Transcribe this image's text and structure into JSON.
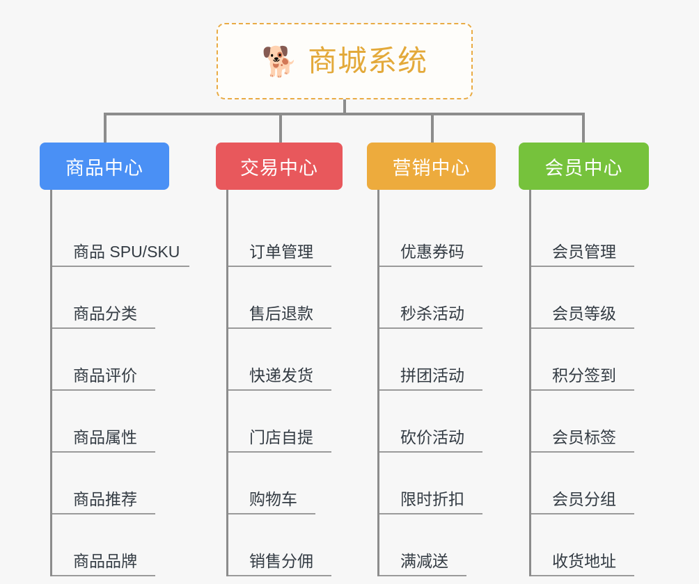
{
  "root": {
    "icon": "shiba-dog-emoji",
    "emoji": "🐕",
    "title": "商城系统",
    "border_color": "#e9ab44",
    "text_color": "#e3a93a"
  },
  "background_color": "#f7f7f7",
  "connector_color": "#8c8c8c",
  "branches": [
    {
      "id": "product-center",
      "label": "商品中心",
      "color": "#4a90f5",
      "items": [
        {
          "label": "商品 SPU/SKU"
        },
        {
          "label": "商品分类"
        },
        {
          "label": "商品评价"
        },
        {
          "label": "商品属性"
        },
        {
          "label": "商品推荐"
        },
        {
          "label": "商品品牌"
        }
      ]
    },
    {
      "id": "trade-center",
      "label": "交易中心",
      "color": "#e8585c",
      "items": [
        {
          "label": "订单管理"
        },
        {
          "label": "售后退款"
        },
        {
          "label": "快递发货"
        },
        {
          "label": "门店自提"
        },
        {
          "label": "购物车"
        },
        {
          "label": "销售分佣"
        }
      ]
    },
    {
      "id": "marketing-center",
      "label": "营销中心",
      "color": "#edab3d",
      "items": [
        {
          "label": "优惠券码"
        },
        {
          "label": "秒杀活动"
        },
        {
          "label": "拼团活动"
        },
        {
          "label": "砍价活动"
        },
        {
          "label": "限时折扣"
        },
        {
          "label": "满减送"
        }
      ]
    },
    {
      "id": "member-center",
      "label": "会员中心",
      "color": "#76c23c",
      "items": [
        {
          "label": "会员管理"
        },
        {
          "label": "会员等级"
        },
        {
          "label": "积分签到"
        },
        {
          "label": "会员标签"
        },
        {
          "label": "会员分组"
        },
        {
          "label": "收货地址"
        }
      ]
    }
  ]
}
